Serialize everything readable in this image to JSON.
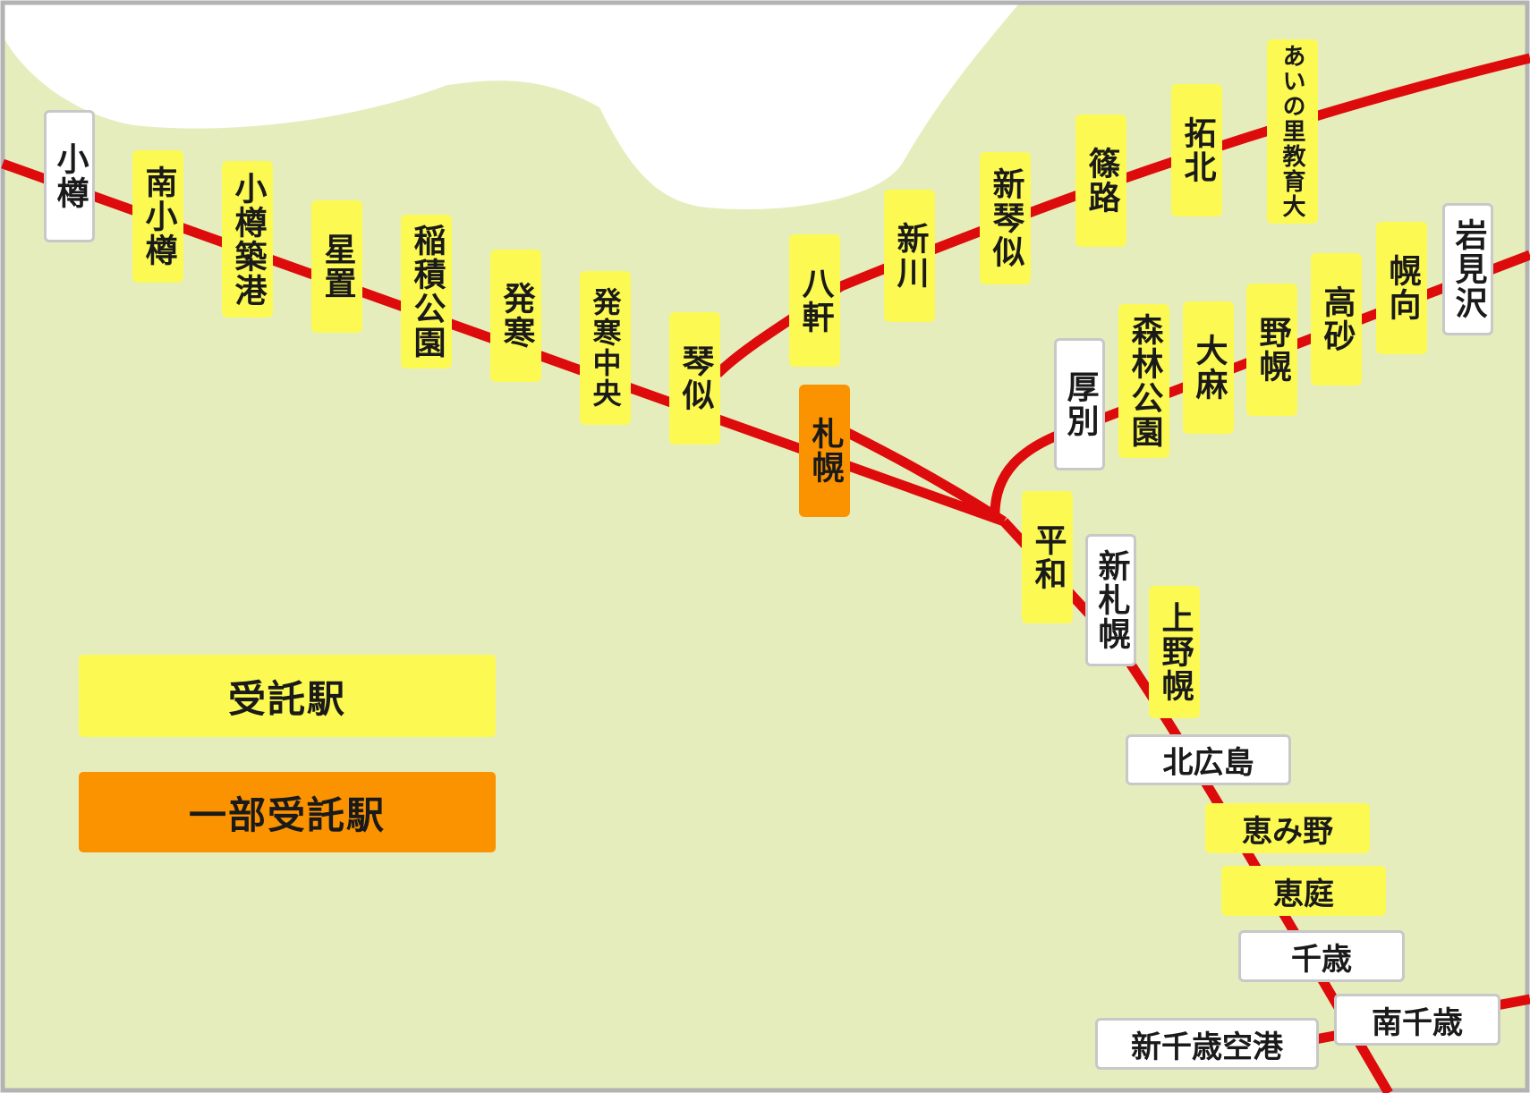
{
  "colors": {
    "land": "#e6edbd",
    "sea": "#ffffff",
    "frame": "#b3b3b3",
    "rail": "#dd0b0b",
    "consigned": "#fcfa52",
    "partial": "#fb9200",
    "none": "#ffffff"
  },
  "legend": {
    "consigned_label": "受託駅",
    "partial_label": "一部受託駅"
  },
  "stations": {
    "otaru": "小樽",
    "minami_otaru": "南小樽",
    "otaru_chikko": "小樽築港",
    "hoshimi": "星置",
    "inazumi_koen": "稲積公園",
    "hassamu": "発寒",
    "hassamu_chuo": "発寒中央",
    "kotoni": "琴似",
    "sapporo": "札幌",
    "hachiken": "八軒",
    "shinkawa": "新川",
    "shin_kotoni": "新琴似",
    "shinoro": "篠路",
    "takuhoku": "拓北",
    "ainosato_kyoikudai": "あいの里教育大",
    "iwamizawa": "岩見沢",
    "horomui": "幌向",
    "takasago": "高砂",
    "nopporo": "野幌",
    "oasa": "大麻",
    "shinrin_koen": "森林公園",
    "atsubetsu": "厚別",
    "heiwa": "平和",
    "shin_sapporo": "新札幌",
    "kami_nopporo": "上野幌",
    "kitahiroshima": "北広島",
    "eniwa_megumino": "恵み野",
    "eniwa": "恵庭",
    "chitose": "千歳",
    "minami_chitose": "南千歳",
    "new_chitose_airport": "新千歳空港"
  }
}
